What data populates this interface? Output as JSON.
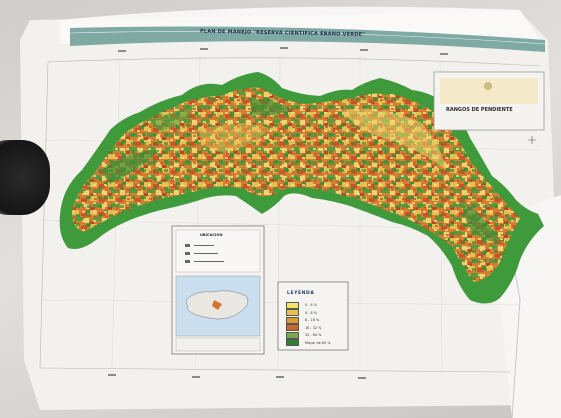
{
  "map": {
    "title": "PLAN DE MANEJO \"RESERVA CIENTIFICA EBANO VERDE\"",
    "institution_label": "RANGOS DE PENDIENTE",
    "locator_heading": "UBICACION",
    "legend": {
      "title": "LEYENDA",
      "items": [
        {
          "label": "0 - 4 %",
          "color": "#f2e46b"
        },
        {
          "label": "4 - 8 %",
          "color": "#e7c24c"
        },
        {
          "label": "8 - 16 %",
          "color": "#d99a37"
        },
        {
          "label": "16 - 32 %",
          "color": "#c5662a"
        },
        {
          "label": "32 - 64 %",
          "color": "#7aa84a"
        },
        {
          "label": "Mayor de 64 %",
          "color": "#2f7f34"
        }
      ]
    },
    "colors": {
      "title_band": "#7fa9a3",
      "relief_green": "#3f9a3c",
      "relief_orange": "#d8732e",
      "relief_yellow": "#e7d168",
      "sheet": "#f4f2ef"
    }
  }
}
